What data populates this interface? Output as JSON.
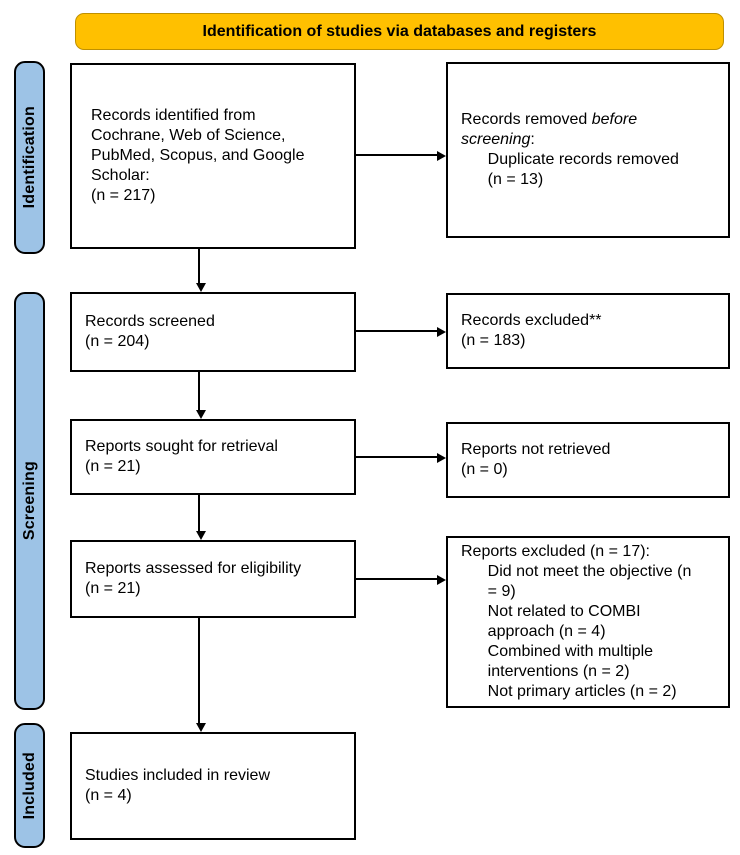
{
  "banner": {
    "title": "Identification of studies via databases and registers"
  },
  "colors": {
    "banner_fill": "#FFC000",
    "banner_border": "#BF9000",
    "stage_fill": "#9DC3E6",
    "box_fill": "#FFFFFF",
    "line_color": "#000000"
  },
  "stages": {
    "identification": "Identification",
    "screening": "Screening",
    "included": "Included"
  },
  "boxes": {
    "identified": {
      "lines": [
        "Records identified from",
        "Cochrane, Web of Science,",
        "PubMed, Scopus, and Google",
        "Scholar:",
        "(n = 217)"
      ]
    },
    "removed": {
      "line1_pre": "Records removed ",
      "line1_italic": "before",
      "line2_italic": "screening",
      "line2_post": ":",
      "detail_lines": [
        "      Duplicate records removed",
        "      (n = 13)"
      ]
    },
    "screened": {
      "lines": [
        "Records screened",
        "(n = 204)"
      ]
    },
    "excluded": {
      "lines": [
        "Records excluded**",
        "(n = 183)"
      ]
    },
    "sought": {
      "lines": [
        "Reports sought for retrieval",
        "(n = 21)"
      ]
    },
    "not_retrieved": {
      "lines": [
        "Reports not retrieved",
        "(n = 0)"
      ]
    },
    "assessed": {
      "lines": [
        "Reports assessed for eligibility",
        "(n = 21)"
      ]
    },
    "excluded_reports": {
      "lines": [
        "Reports excluded (n = 17):",
        "      Did not meet the objective (n",
        "      = 9)",
        "      Not related to COMBI",
        "      approach (n = 4)",
        "      Combined with multiple",
        "      interventions (n = 2)",
        "      Not primary articles (n = 2)"
      ]
    },
    "included_studies": {
      "lines": [
        "Studies included in review",
        "(n = 4)"
      ]
    }
  }
}
